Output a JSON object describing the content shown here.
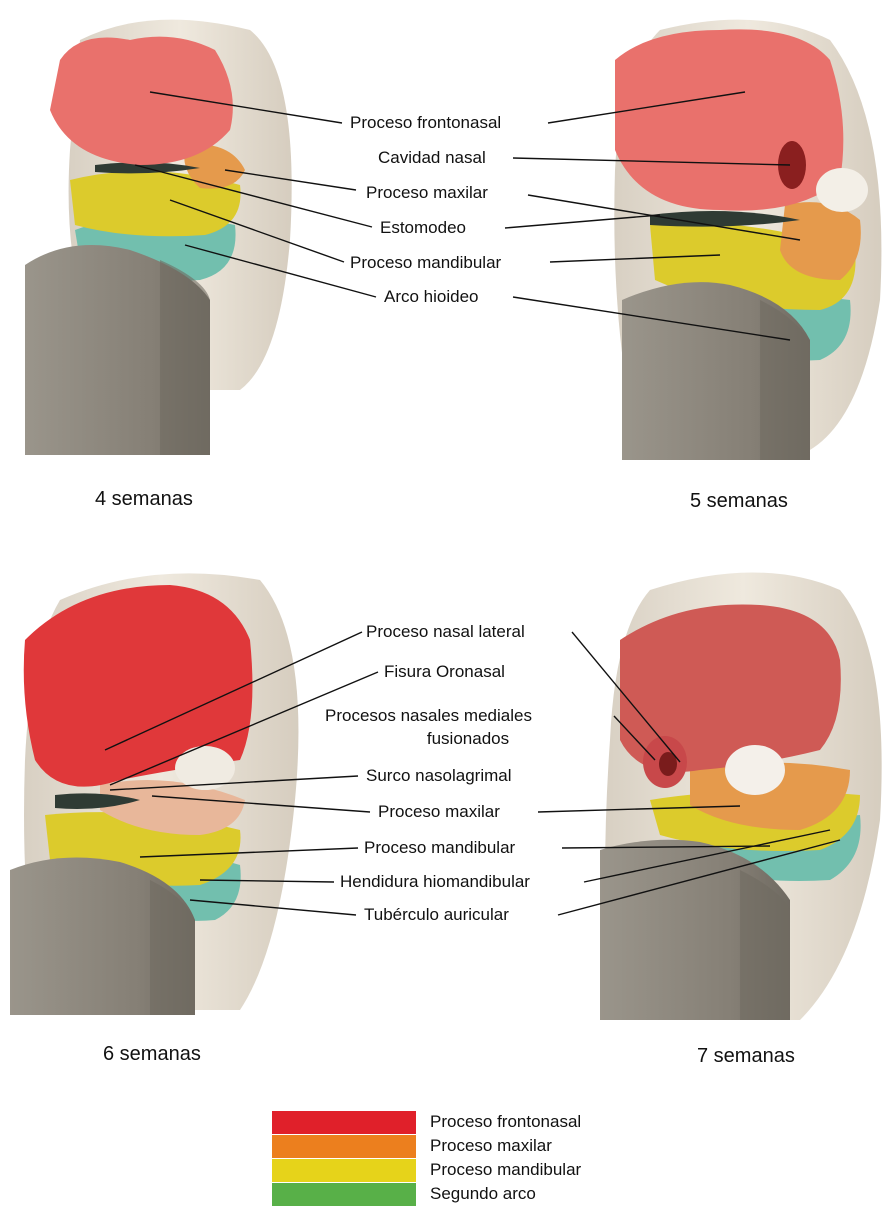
{
  "models": [
    {
      "caption": "4 semanas"
    },
    {
      "caption": "5 semanas"
    },
    {
      "caption": "6 semanas"
    },
    {
      "caption": "7 semanas"
    }
  ],
  "labels_top": [
    "Proceso frontonasal",
    "Cavidad nasal",
    "Proceso maxilar",
    "Estomodeo",
    "Proceso mandibular",
    "Arco hioideo"
  ],
  "labels_bottom": [
    "Proceso nasal lateral",
    "Fisura Oronasal",
    "Procesos nasales mediales",
    "fusionados",
    "Surco nasolagrimal",
    "Proceso maxilar",
    "Proceso mandibular",
    "Hendidura hiomandibular",
    "Tubérculo auricular"
  ],
  "legend": [
    {
      "label": "Proceso frontonasal",
      "color": "#e0202a"
    },
    {
      "label": "Proceso maxilar",
      "color": "#ec7f1e"
    },
    {
      "label": "Proceso mandibular",
      "color": "#e6d31a"
    },
    {
      "label": "Segundo arco",
      "color": "#58b048"
    }
  ],
  "colors": {
    "head": "#e9e2d6",
    "base": "#8c877d",
    "frontonasal": "#e9716c",
    "frontonasal_late": "#e0383a",
    "maxilar": "#e59a4c",
    "mandibular": "#dccb2c",
    "hioideo": "#72bfae"
  }
}
